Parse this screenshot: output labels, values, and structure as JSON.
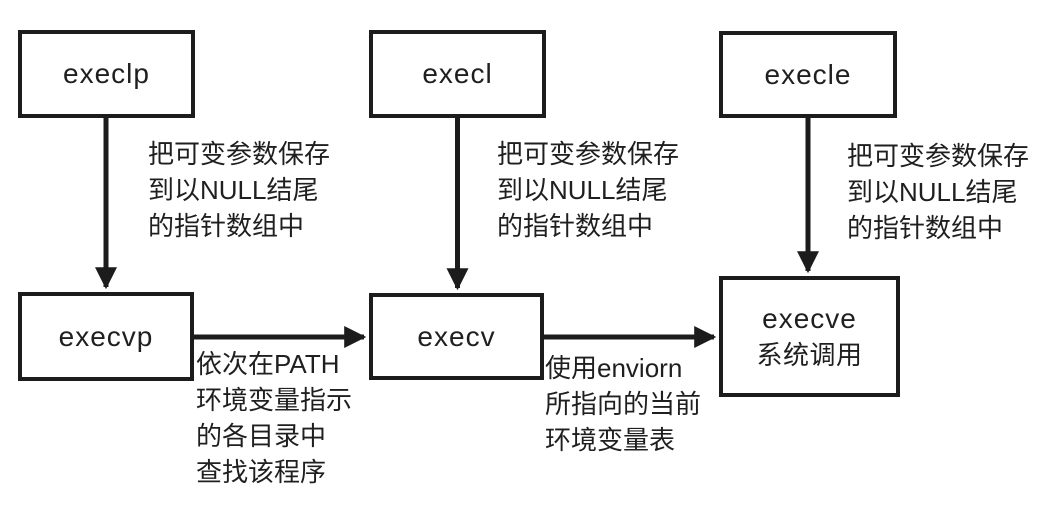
{
  "colors": {
    "background": "#ffffff",
    "line": "#1c1c1c",
    "text": "#1f1f1f"
  },
  "diagram": {
    "nodes": [
      {
        "id": "execlp",
        "label": "execlp"
      },
      {
        "id": "execl",
        "label": "execl"
      },
      {
        "id": "execle",
        "label": "execle"
      },
      {
        "id": "execvp",
        "label": "execvp"
      },
      {
        "id": "execv",
        "label": "execv"
      },
      {
        "id": "execve",
        "label": "execve",
        "sublabel": "系统调用"
      }
    ],
    "annotations": [
      {
        "id": "save-args-left",
        "text": "把可变参数保存\n到以NULL结尾\n的指针数组中"
      },
      {
        "id": "save-args-middle",
        "text": "把可变参数保存\n到以NULL结尾\n的指针数组中"
      },
      {
        "id": "save-args-right",
        "text": "把可变参数保存\n到以NULL结尾\n的指针数组中"
      },
      {
        "id": "path-search",
        "text": "依次在PATH\n环境变量指示\n的各目录中\n查找该程序"
      },
      {
        "id": "environ-table",
        "text": "使用enviorn\n所指向的当前\n环境变量表"
      }
    ]
  }
}
